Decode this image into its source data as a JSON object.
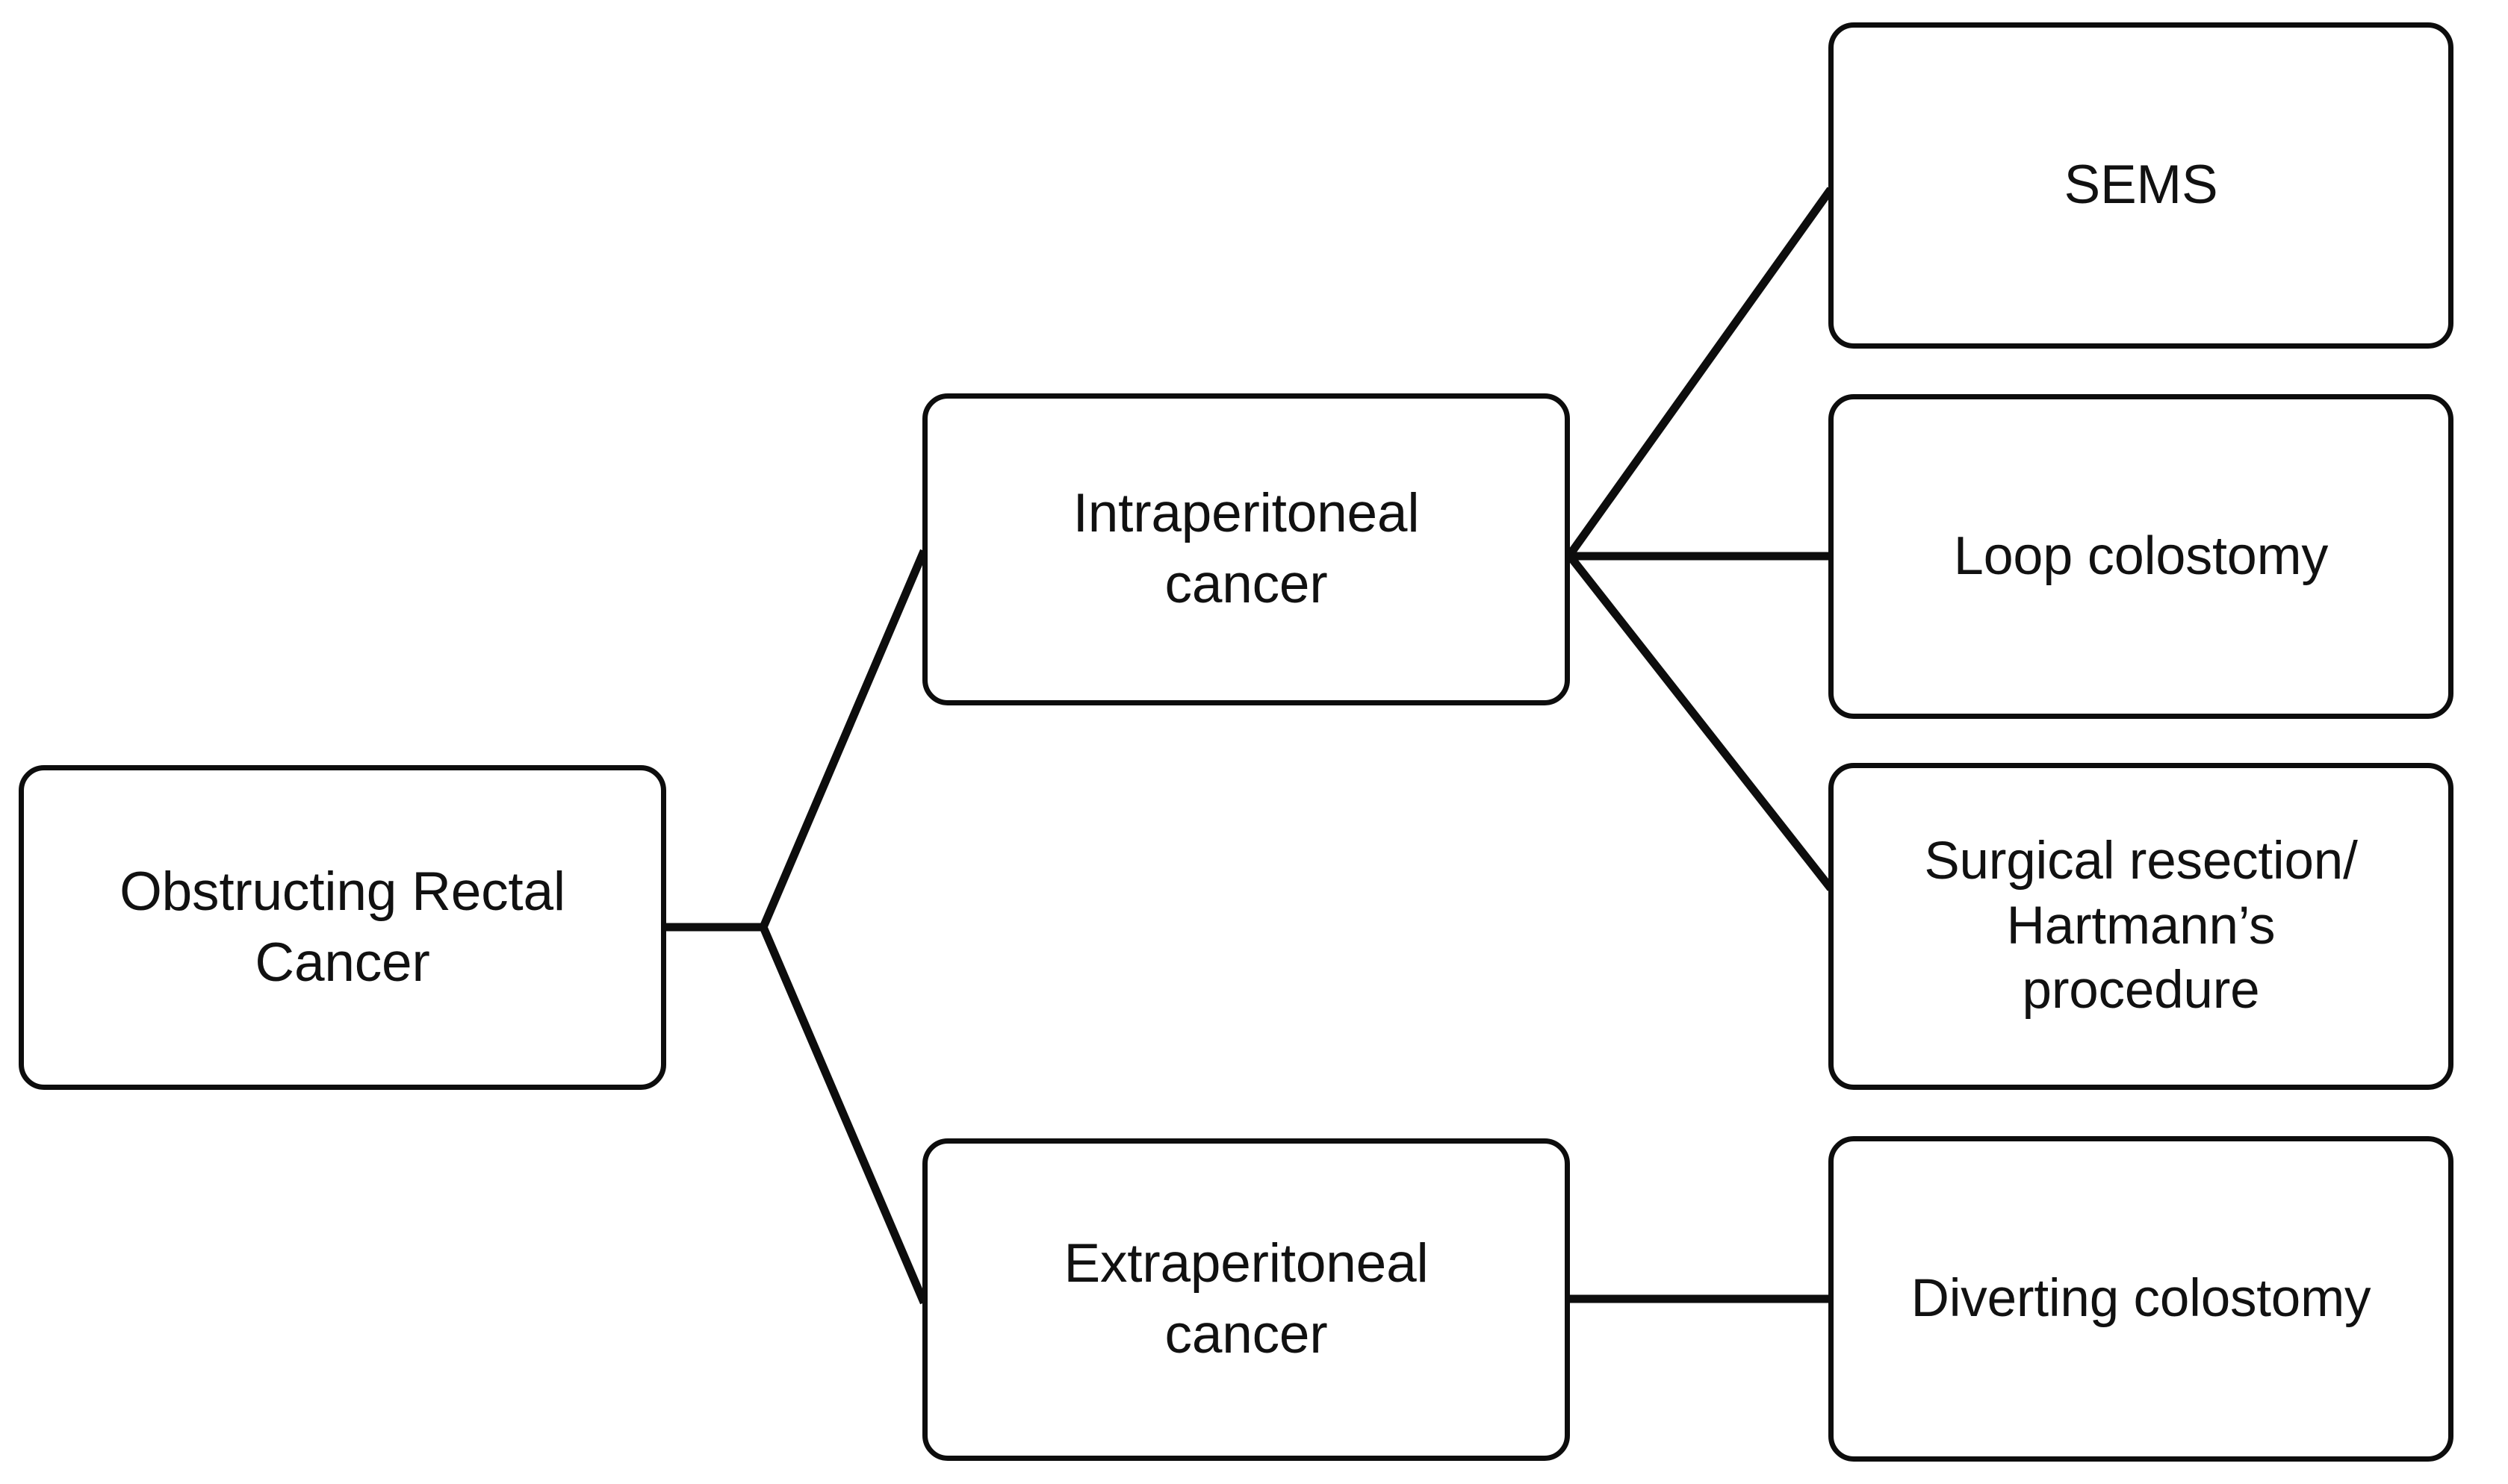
{
  "diagram": {
    "type": "flowchart",
    "orientation": "left-to-right",
    "background_color": "#ffffff",
    "line_color": "#0d0d0d",
    "text_color": "#111111",
    "nodes": [
      {
        "id": "root",
        "label": "Obstructing Rectal\nCancer",
        "column": 0,
        "row": 0
      },
      {
        "id": "intra",
        "label": "Intraperitoneal\ncancer",
        "column": 1,
        "row": 0
      },
      {
        "id": "extra",
        "label": "Extraperitoneal\ncancer",
        "column": 1,
        "row": 1
      },
      {
        "id": "sems",
        "label": "SEMS",
        "column": 2,
        "row": 0
      },
      {
        "id": "loop",
        "label": "Loop colostomy",
        "column": 2,
        "row": 1
      },
      {
        "id": "surgical",
        "label": "Surgical resection/\nHartmann’s\nprocedure",
        "column": 2,
        "row": 2
      },
      {
        "id": "diverting",
        "label": "Diverting colostomy",
        "column": 2,
        "row": 3
      }
    ],
    "edges": [
      {
        "from": "root",
        "to": "intra",
        "style": "elbow-diagonal"
      },
      {
        "from": "root",
        "to": "extra",
        "style": "elbow-diagonal"
      },
      {
        "from": "intra",
        "to": "sems",
        "style": "diagonal"
      },
      {
        "from": "intra",
        "to": "loop",
        "style": "straight"
      },
      {
        "from": "intra",
        "to": "surgical",
        "style": "diagonal"
      },
      {
        "from": "extra",
        "to": "diverting",
        "style": "straight"
      }
    ]
  }
}
